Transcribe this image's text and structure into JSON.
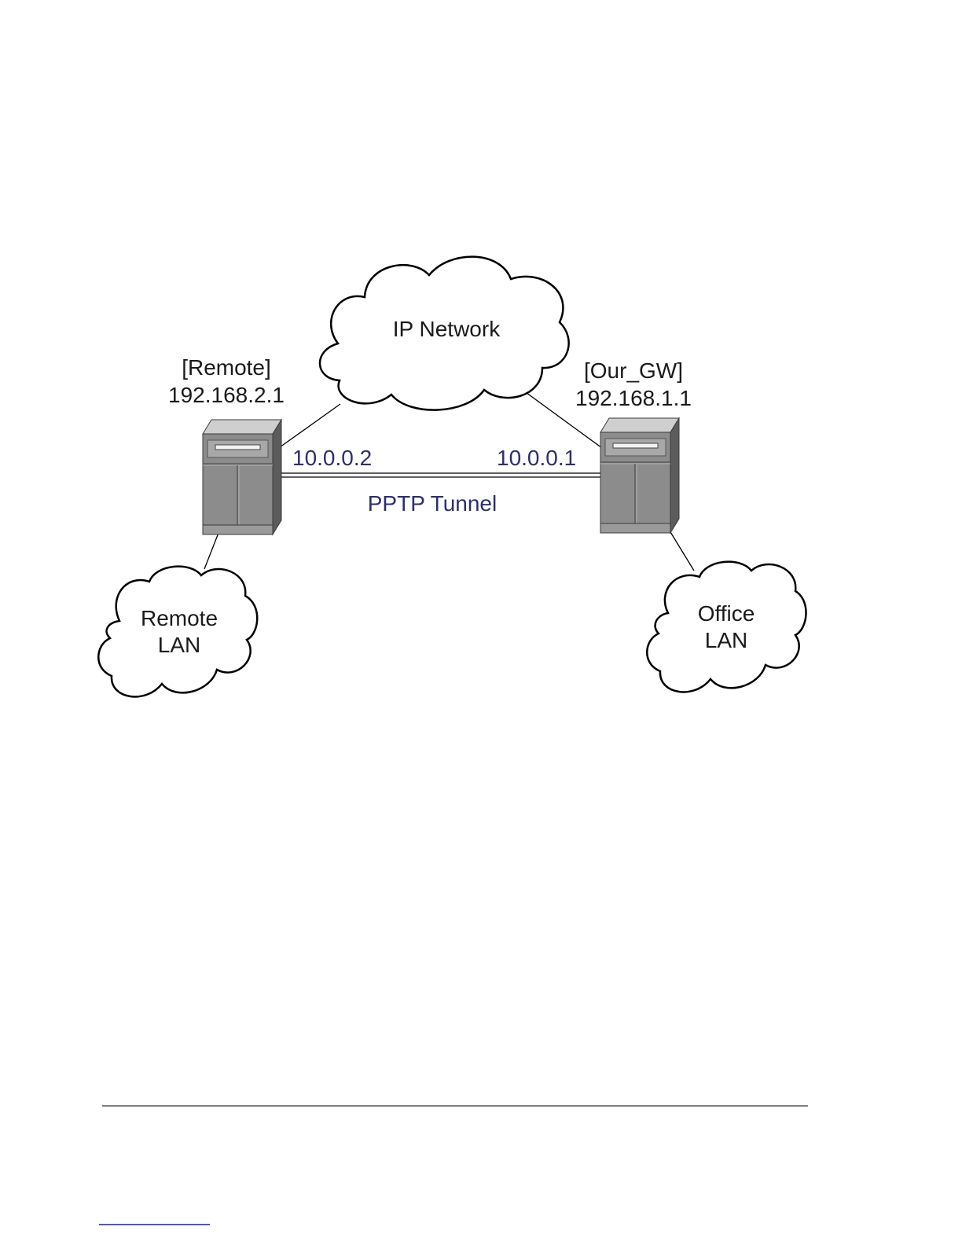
{
  "diagram": {
    "clouds": {
      "ip_network": "IP Network",
      "remote_lan_line1": "Remote",
      "remote_lan_line2": "LAN",
      "office_lan_line1": "Office",
      "office_lan_line2": "LAN"
    },
    "nodes": {
      "remote_name": "[Remote]",
      "remote_ip": "192.168.2.1",
      "gw_name": "[Our_GW]",
      "gw_ip": "192.168.1.1"
    },
    "tunnel": {
      "remote_endpoint": "10.0.0.2",
      "gw_endpoint": "10.0.0.1",
      "label": "PPTP Tunnel"
    },
    "icons": [
      "server-tower-icon",
      "cloud-icon"
    ],
    "colors": {
      "tunnel_text": "#2e2e6e",
      "server_body": "#8c8c8c"
    }
  }
}
